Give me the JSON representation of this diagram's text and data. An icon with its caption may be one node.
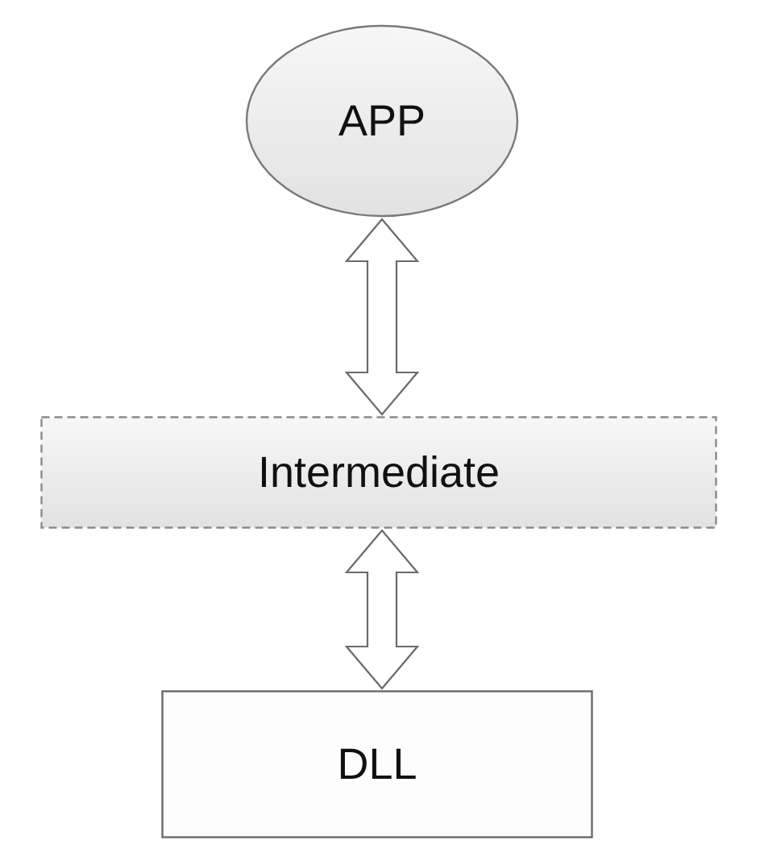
{
  "diagram": {
    "nodes": [
      {
        "text": [
          "APP"
        ]
      },
      {
        "text": [
          "Intermediate"
        ]
      },
      {
        "text": [
          "DLL"
        ]
      }
    ],
    "edges": [
      {
        "from": 0,
        "to": 1,
        "arrow": "both"
      },
      {
        "from": 1,
        "to": 2,
        "arrow": "both"
      }
    ]
  }
}
